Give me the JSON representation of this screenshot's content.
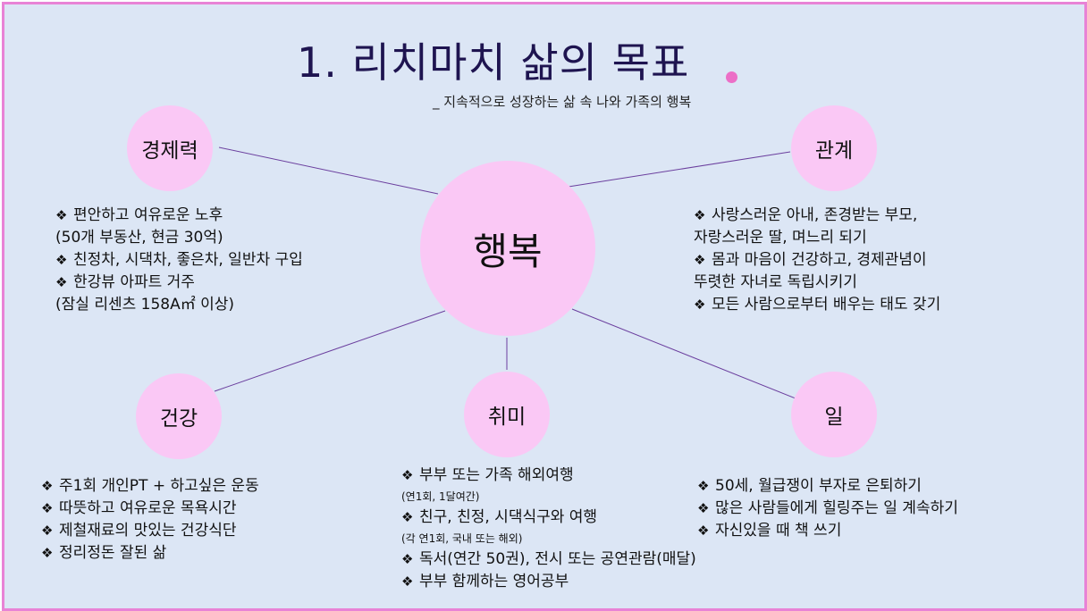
{
  "title": "1. 리치마치 삶의 목표",
  "subtitle": "_ 지속적으로 성장하는 삶 속 나와 가족의 행복",
  "center": {
    "label": "행복"
  },
  "bullet_glyph": "❖",
  "nodes": {
    "economy": {
      "label": "경제력",
      "items": [
        {
          "text": "편안하고  여유로운  노후"
        },
        {
          "cont": "(50개 부동산, 현금 30억)"
        },
        {
          "text": "친정차,  시댁차,  좋은차,  일반차  구입"
        },
        {
          "text": "한강뷰  아파트  거주"
        },
        {
          "cont": "(잠실  리센츠  158A㎡  이상)"
        }
      ]
    },
    "relations": {
      "label": "관계",
      "items": [
        {
          "text": "사랑스러운  아내,  존경받는  부모,"
        },
        {
          "cont": "자랑스러운  딸,  며느리  되기"
        },
        {
          "text": "몸과  마음이  건강하고,  경제관념이"
        },
        {
          "cont": "뚜렷한  자녀로  독립시키기"
        },
        {
          "text": "모든  사람으로부터  배우는  태도  갖기"
        }
      ]
    },
    "health": {
      "label": "건강",
      "items": [
        {
          "text": "주1회  개인PT  +  하고싶은  운동"
        },
        {
          "text": "따뜻하고  여유로운  목욕시간"
        },
        {
          "text": "제철재료의  맛있는  건강식단"
        },
        {
          "text": "정리정돈  잘된  삶"
        }
      ]
    },
    "hobby": {
      "label": "취미",
      "items": [
        {
          "text": "부부  또는  가족  해외여행"
        },
        {
          "sub": "(연1회, 1달여간)"
        },
        {
          "text": "친구,  친정,  시댁식구와  여행"
        },
        {
          "sub": "(각 연1회, 국내 또는 해외)"
        },
        {
          "text": "독서(연간 50권),  전시  또는  공연관람(매달)"
        },
        {
          "text": "부부  함께하는  영어공부"
        }
      ]
    },
    "work": {
      "label": "일",
      "items": [
        {
          "text": "50세,  월급쟁이  부자로  은퇴하기"
        },
        {
          "text": "많은  사람들에게  힐링주는  일  계속하기"
        },
        {
          "text": "자신있을  때  책  쓰기"
        }
      ]
    }
  }
}
